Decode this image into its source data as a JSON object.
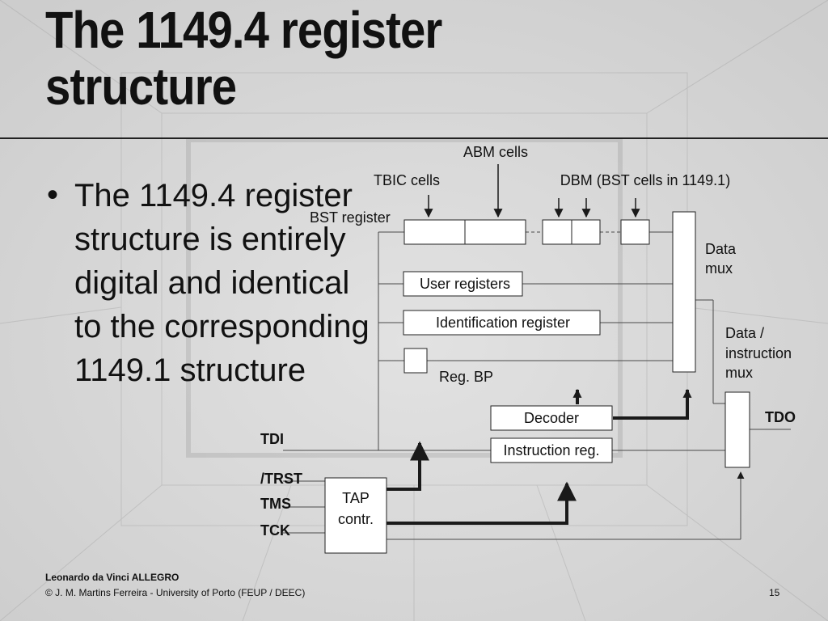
{
  "slide": {
    "title_line1": "The 1149.4 register",
    "title_line2": "structure",
    "bullet_text": "The 1149.4 register structure is entirely digital and identical to the corresponding 1149.1 structure",
    "footer_line1": "Leonardo da Vinci ALLEGRO",
    "footer_line2": "© J. M. Martins Ferreira - University of Porto (FEUP / DEEC)",
    "page_number": "15"
  },
  "diagram": {
    "labels": {
      "abm_cells": "ABM cells",
      "tbic_cells": "TBIC cells",
      "dbm_cells": "DBM (BST cells in 1149.1)",
      "bst_register": "BST register",
      "user_registers": "User registers",
      "identification_register": "Identification register",
      "reg_bp": "Reg. BP",
      "data_mux_1": "Data",
      "data_mux_2": "mux",
      "di_mux_1": "Data /",
      "di_mux_2": "instruction",
      "di_mux_3": "mux",
      "decoder": "Decoder",
      "instruction_reg": "Instruction reg.",
      "tap_1": "TAP",
      "tap_2": "contr.",
      "tdi": "TDI",
      "trst": "/TRST",
      "tms": "TMS",
      "tck": "TCK",
      "tdo": "TDO"
    }
  },
  "colors": {
    "line": "#1a1a1a",
    "box_fill": "#ffffff",
    "text": "#111111"
  }
}
